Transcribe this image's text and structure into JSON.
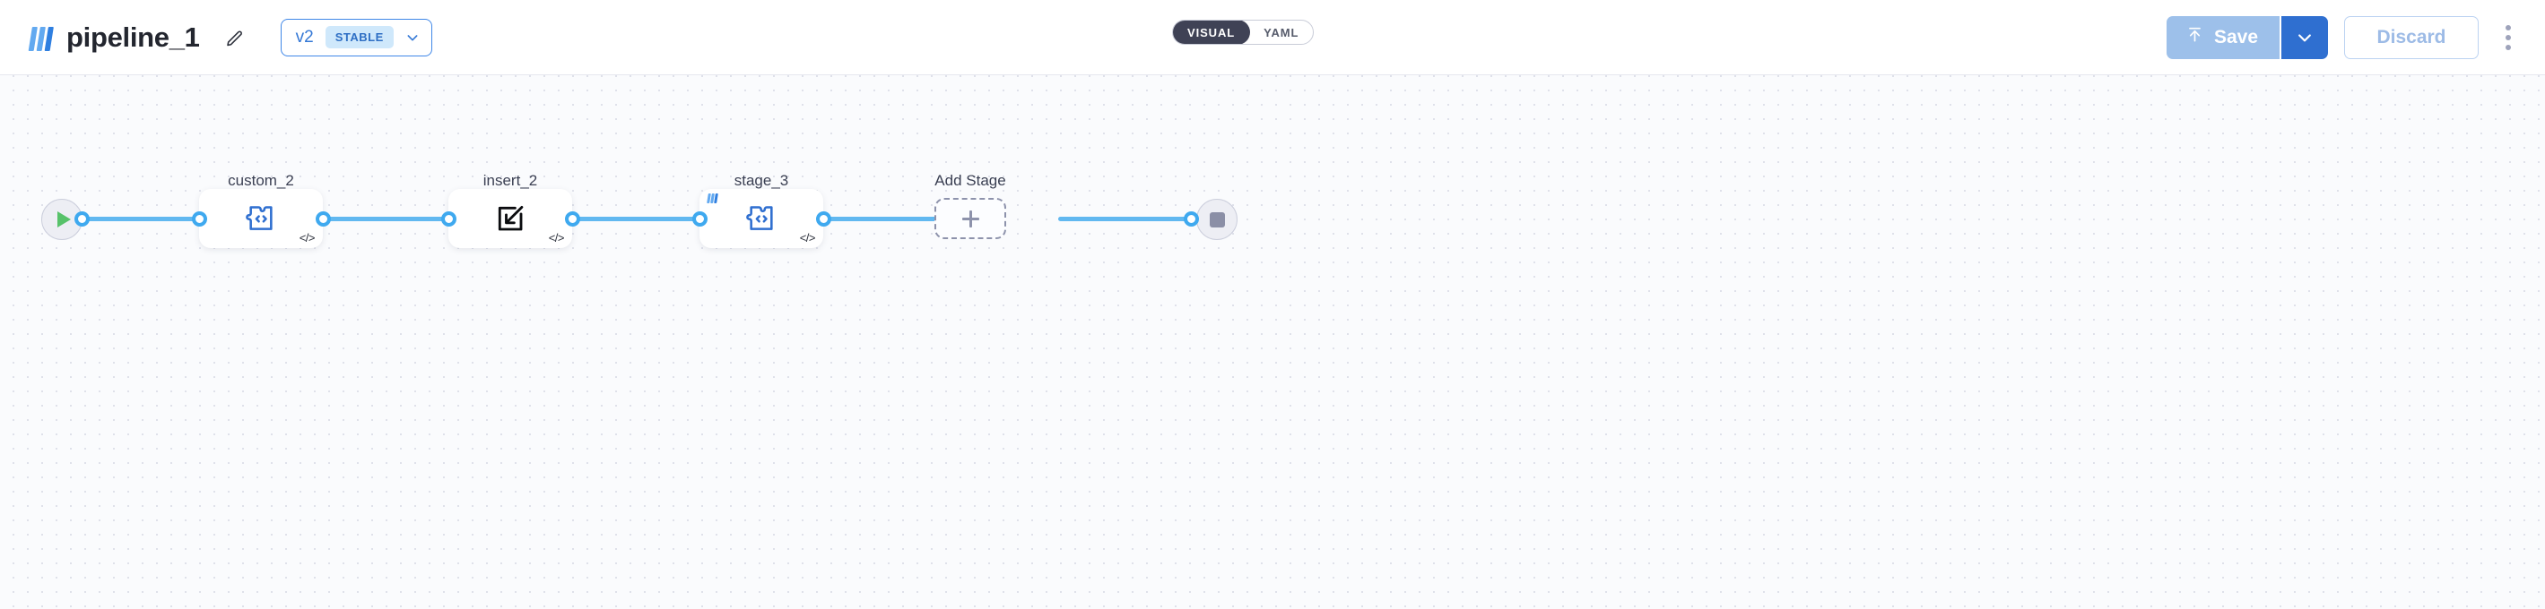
{
  "topbar": {
    "logo_icon": "stacked-bars-logo",
    "pipeline_name": "pipeline_1",
    "edit_icon": "pencil-icon",
    "version": {
      "label": "v2",
      "status_badge": "STABLE",
      "chevron_icon": "chevron-down-icon"
    },
    "view_toggle": {
      "options": [
        "VISUAL",
        "YAML"
      ],
      "active": "VISUAL"
    },
    "actions": {
      "save_label": "Save",
      "save_icon": "upload-arrow-icon",
      "save_caret_icon": "chevron-down-icon",
      "discard_label": "Discard",
      "overflow_icon": "kebab-menu-icon"
    }
  },
  "canvas": {
    "start_node": {
      "name": "start",
      "icon": "play-icon"
    },
    "end_node": {
      "name": "end",
      "icon": "stop-icon"
    },
    "add_stage": {
      "label": "Add Stage",
      "icon": "plus-icon"
    },
    "nodes": [
      {
        "label": "custom_2",
        "icon": "puzzle-code-icon",
        "code_badge": "</>",
        "has_bars_badge": false
      },
      {
        "label": "insert_2",
        "icon": "insert-into-box-icon",
        "code_badge": "</>",
        "has_bars_badge": false
      },
      {
        "label": "stage_3",
        "icon": "puzzle-code-icon",
        "code_badge": "</>",
        "has_bars_badge": true
      }
    ]
  },
  "colors": {
    "edge": "#61b8f0",
    "port_ring": "#3fa9ef",
    "accent_blue": "#2f6fd0",
    "save_disabled": "#9dc0ea",
    "toggle_active_bg": "#3f4255",
    "canvas_bg": "#fafbfd"
  }
}
